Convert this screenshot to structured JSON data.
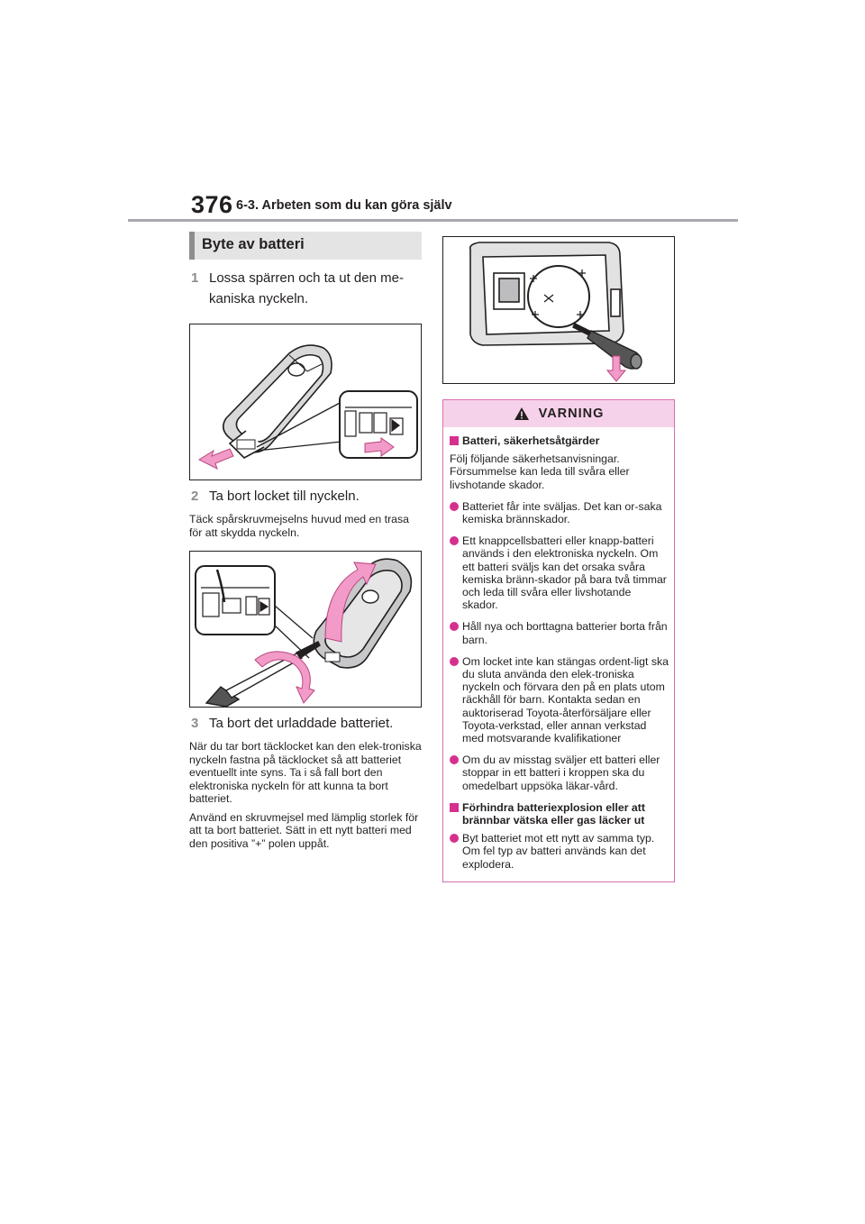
{
  "header": {
    "page_number": "376",
    "section": "6-3. Arbeten som du kan göra själv"
  },
  "left": {
    "heading": "Byte av batteri",
    "step1": {
      "num": "1",
      "text": "Lossa spärren och ta ut den me-kaniska nyckeln."
    },
    "step2": {
      "num": "2",
      "text": "Ta bort locket till nyckeln."
    },
    "step2_note": "Täck spårskruvmejselns huvud med en trasa för att skydda nyckeln.",
    "step3": {
      "num": "3",
      "text": "Ta bort det urladdade batteriet."
    },
    "step3_note1": "När du tar bort täcklocket kan den elek-troniska nyckeln fastna på täcklocket så att batteriet eventuellt inte syns. Ta i så fall bort den elektroniska nyckeln för att kunna ta bort batteriet.",
    "step3_note2": "Använd en skruvmejsel med lämplig storlek för att ta bort batteriet. Sätt in ett nytt batteri med den positiva ”+” polen uppåt."
  },
  "warning": {
    "title": "VARNING",
    "sub1": "Batteri, säkerhetsåtgärder",
    "intro": "Följ följande säkerhetsanvisningar. Försummelse kan leda till svåra eller livshotande skador.",
    "bullets1": [
      "Batteriet får inte sväljas. Det kan or-saka kemiska brännskador.",
      "Ett knappcellsbatteri eller knapp-batteri används i den elektroniska nyckeln. Om ett batteri sväljs kan det orsaka svåra kemiska bränn-skador på bara två timmar och leda till svåra eller livshotande skador.",
      "Håll nya och borttagna batterier borta från barn.",
      "Om locket inte kan stängas ordent-ligt ska du sluta använda den elek-troniska nyckeln och förvara den på en plats utom räckhåll för barn. Kontakta sedan en auktoriserad Toyota-återförsäljare eller Toyota-verkstad, eller annan verkstad med motsvarande kvalifikationer",
      "Om du av misstag sväljer ett batteri eller stoppar in ett batteri i kroppen ska du omedelbart uppsöka läkar-vård."
    ],
    "sub2": "Förhindra batteriexplosion eller att brännbar vätska eller gas läcker ut",
    "bullets2": [
      "Byt batteriet mot ett nytt av samma typ. Om fel typ av batteri används kan det explodera."
    ]
  },
  "colors": {
    "accent_pink": "#d6308f",
    "warning_bg": "#f6d2ea",
    "gray_bar": "#8c8d90",
    "heading_bg": "#e4e4e5",
    "arrow_pink": "#f29bc9"
  }
}
